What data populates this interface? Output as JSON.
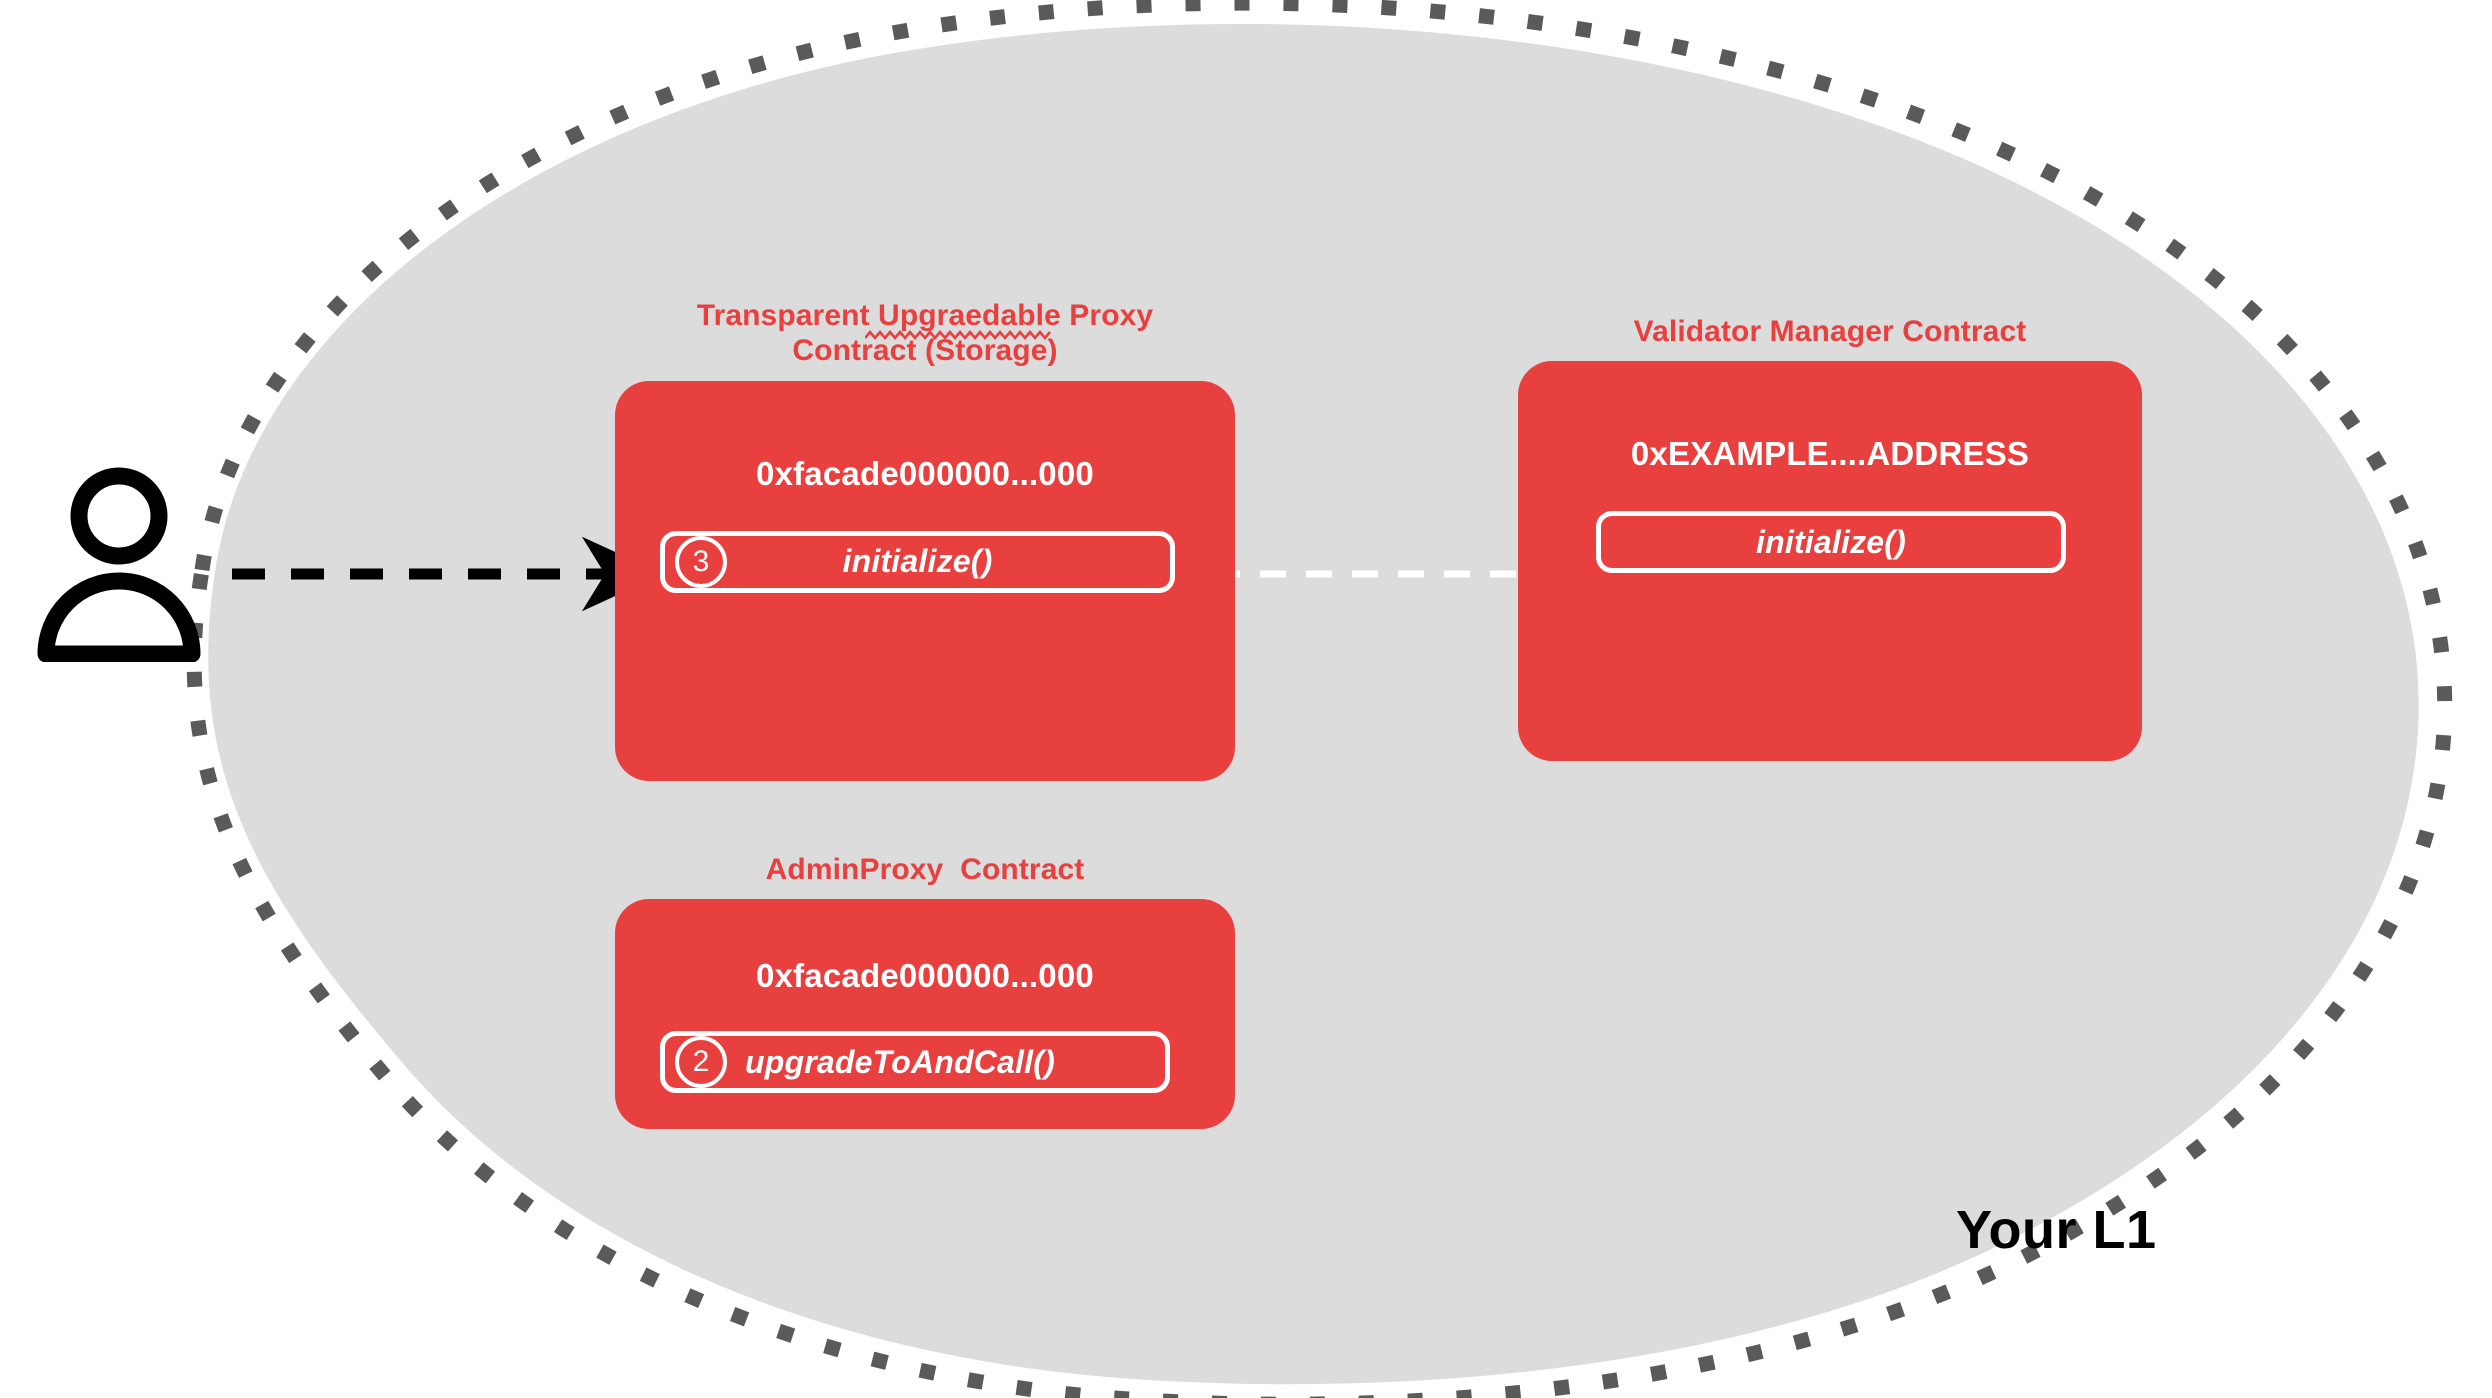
{
  "region": {
    "label": "Your L1",
    "fill_color": "#dcdcdc",
    "border_color": "#5a5a5a"
  },
  "actor": {
    "icon": "user-person-icon"
  },
  "accent_color": "#e8403f",
  "contracts": [
    {
      "id": "transparent-upgradeable-proxy",
      "title": "Transparent Upgraedable Proxy\nContract (Storage)",
      "title_misspelled_word": "Upgraedable",
      "address": "0xfacade000000...000",
      "functions": [
        {
          "step": "3",
          "name": "initialize()"
        }
      ]
    },
    {
      "id": "validator-manager",
      "title": "Validator Manager Contract",
      "address": "0xEXAMPLE....ADDRESS",
      "functions": [
        {
          "step": "",
          "name": "initialize()"
        }
      ]
    },
    {
      "id": "admin-proxy",
      "title": "AdminProxy  Contract",
      "address": "0xfacade000000...000",
      "functions": [
        {
          "step": "2",
          "name": "upgradeToAndCall()"
        }
      ]
    }
  ],
  "connectors": [
    {
      "id": "user-to-proxy",
      "style": "dashed",
      "color": "#000000",
      "arrow": "filled"
    },
    {
      "id": "proxy-to-validator",
      "style": "dashed",
      "color": "#ffffff",
      "arrow": "open"
    }
  ]
}
